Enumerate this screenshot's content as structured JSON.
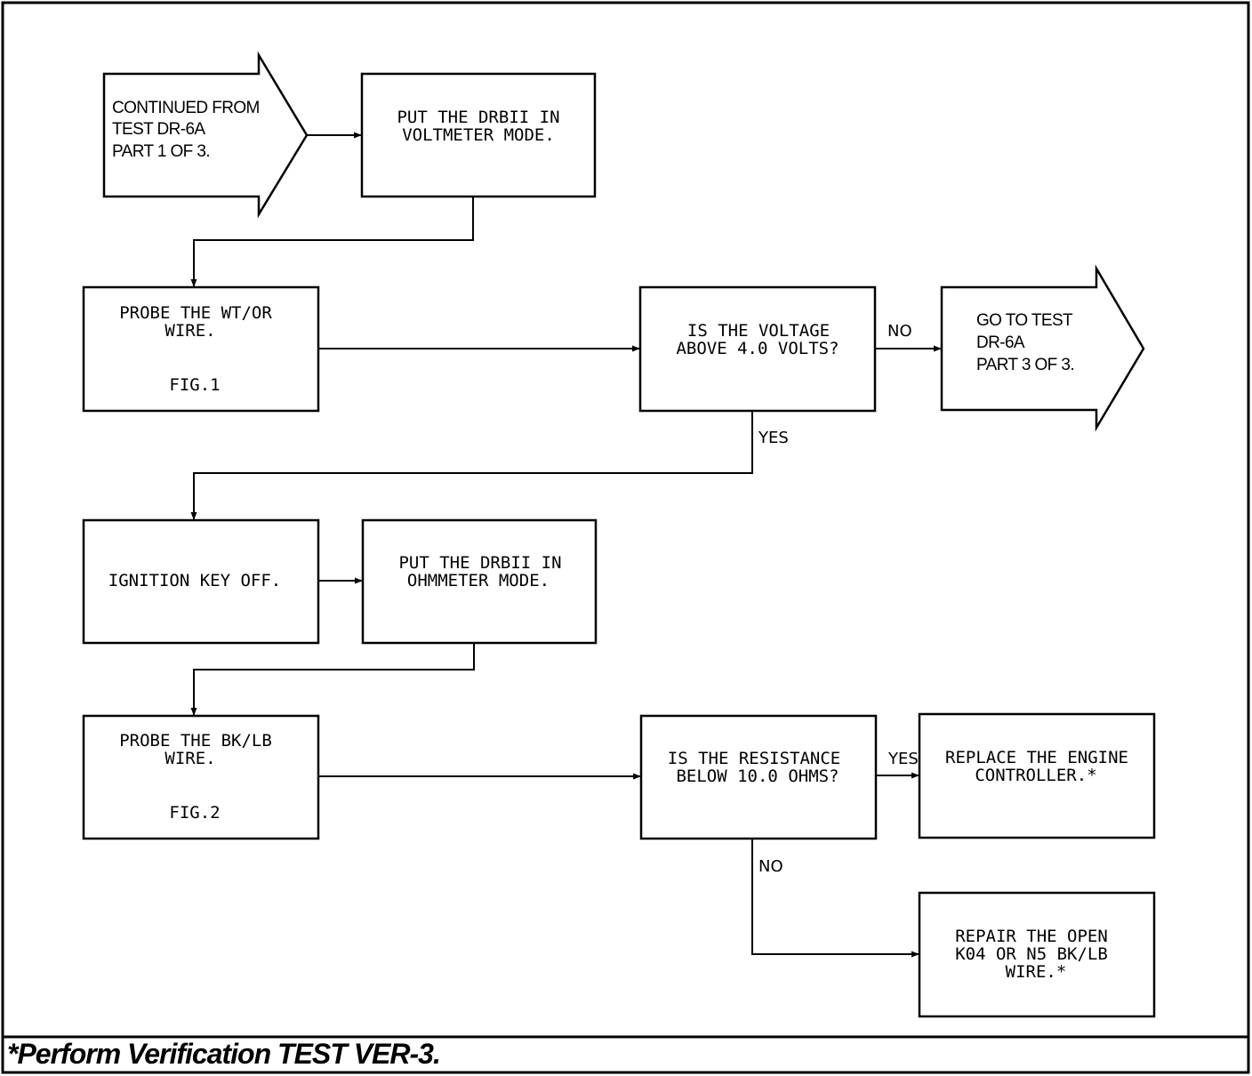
{
  "nodes": {
    "start": {
      "lines": [
        "CONTINUED FROM",
        "TEST DR-6A",
        "PART 1 OF 3."
      ]
    },
    "voltmeter_mode": {
      "lines": [
        "PUT THE DRBII IN",
        "VOLTMETER MODE."
      ]
    },
    "probe_wt_or": {
      "lines": [
        "PROBE THE WT/OR",
        "WIRE."
      ],
      "fig": "FIG.1"
    },
    "voltage_question": {
      "lines": [
        "IS THE VOLTAGE",
        "ABOVE 4.0 VOLTS?"
      ]
    },
    "goto_test": {
      "lines": [
        "GO TO TEST",
        "DR-6A",
        "PART 3 OF 3."
      ]
    },
    "ignition_off": {
      "lines": [
        "IGNITION KEY OFF."
      ]
    },
    "ohmmeter_mode": {
      "lines": [
        "PUT THE DRBII IN",
        "OHMMETER MODE."
      ]
    },
    "probe_bk_lb": {
      "lines": [
        "PROBE THE BK/LB",
        "WIRE."
      ],
      "fig": "FIG.2"
    },
    "resistance_question": {
      "lines": [
        "IS THE RESISTANCE",
        "BELOW 10.0 OHMS?"
      ]
    },
    "replace_controller": {
      "lines": [
        "REPLACE THE ENGINE",
        "CONTROLLER.*"
      ]
    },
    "repair_wire": {
      "lines": [
        "REPAIR THE OPEN",
        "K04 OR N5 BK/LB",
        "WIRE.*"
      ]
    }
  },
  "edge_labels": {
    "voltage_no": "NO",
    "voltage_yes": "YES",
    "resistance_yes": "YES",
    "resistance_no": "NO"
  },
  "footer": {
    "text": "*Perform Verification TEST VER-3."
  }
}
